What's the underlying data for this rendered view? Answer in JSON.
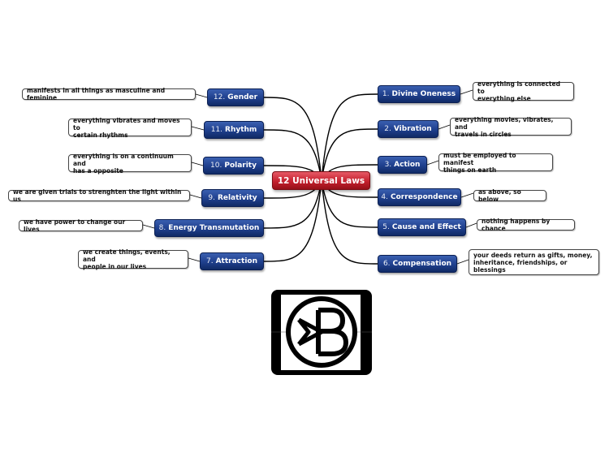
{
  "center": {
    "label": "12 Universal Laws"
  },
  "laws": [
    {
      "num": "1.",
      "name": "Divine Oneness",
      "note": [
        "everything is connected to",
        "everything else"
      ]
    },
    {
      "num": "2.",
      "name": "Vibration",
      "note": [
        "everything movies, vibrates, and",
        "travels in circles"
      ]
    },
    {
      "num": "3.",
      "name": "Action",
      "note": [
        "must be employed to manifest",
        "things on earth"
      ]
    },
    {
      "num": "4.",
      "name": "Correspondence",
      "note": [
        "as above, so below"
      ]
    },
    {
      "num": "5.",
      "name": "Cause and Effect",
      "note": [
        "nothing happens by chance"
      ]
    },
    {
      "num": "6.",
      "name": "Compensation",
      "note": [
        "your deeds return as gifts, money,",
        "inheritance, friendships, or",
        "blessings"
      ]
    },
    {
      "num": "7.",
      "name": "Attraction",
      "note": [
        "we create things, events, and",
        "people in our lives"
      ]
    },
    {
      "num": "8.",
      "name": "Energy Transmutation",
      "note": [
        "we have power to change our lives"
      ]
    },
    {
      "num": "9.",
      "name": "Relativity",
      "note": [
        "we are given trials to strenghten the light within us"
      ]
    },
    {
      "num": "10.",
      "name": "Polarity",
      "note": [
        "everything is on a continuum and",
        "has a opposite"
      ]
    },
    {
      "num": "11.",
      "name": "Rhythm",
      "note": [
        "everything vibrates and moves to",
        "certain rhythms"
      ]
    },
    {
      "num": "12.",
      "name": "Gender",
      "note": [
        "manifests in all things as masculine and feminine"
      ]
    }
  ],
  "logo": {
    "icon": "mb-monogram-icon",
    "color": "#000000"
  },
  "colors": {
    "center": "#c4202d",
    "branch": "#1f3f8c",
    "line": "#000000"
  }
}
